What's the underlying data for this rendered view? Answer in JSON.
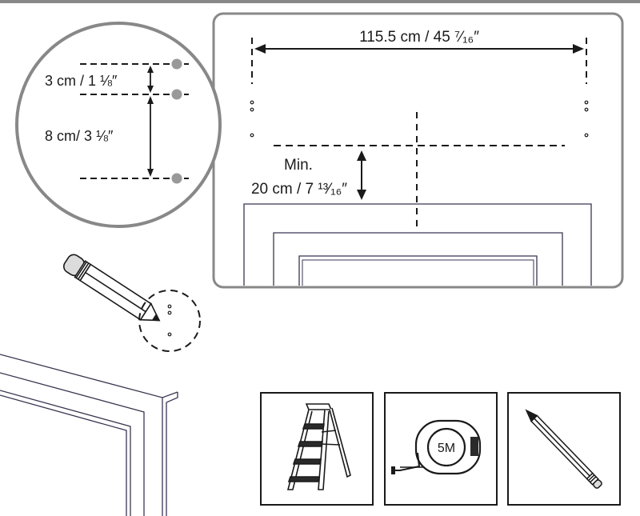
{
  "detail_circle": {
    "gap_top_label": "3  cm / 1 ⅛″",
    "gap_bottom_label": "8  cm/ 3 ⅛″"
  },
  "main_panel": {
    "width_label": "115.5 cm / 45 ⁷⁄₁₆″",
    "min_label": "Min.",
    "min_value_label": "20 cm / 7 ¹³⁄₁₆″"
  },
  "tools": {
    "items": [
      "step-ladder",
      "tape-measure",
      "pencil"
    ],
    "tape_measure_label": "5M"
  },
  "colors": {
    "line": "#1a1a1a",
    "frame": "#888888",
    "dot": "#999999",
    "door": "#3a3550"
  }
}
